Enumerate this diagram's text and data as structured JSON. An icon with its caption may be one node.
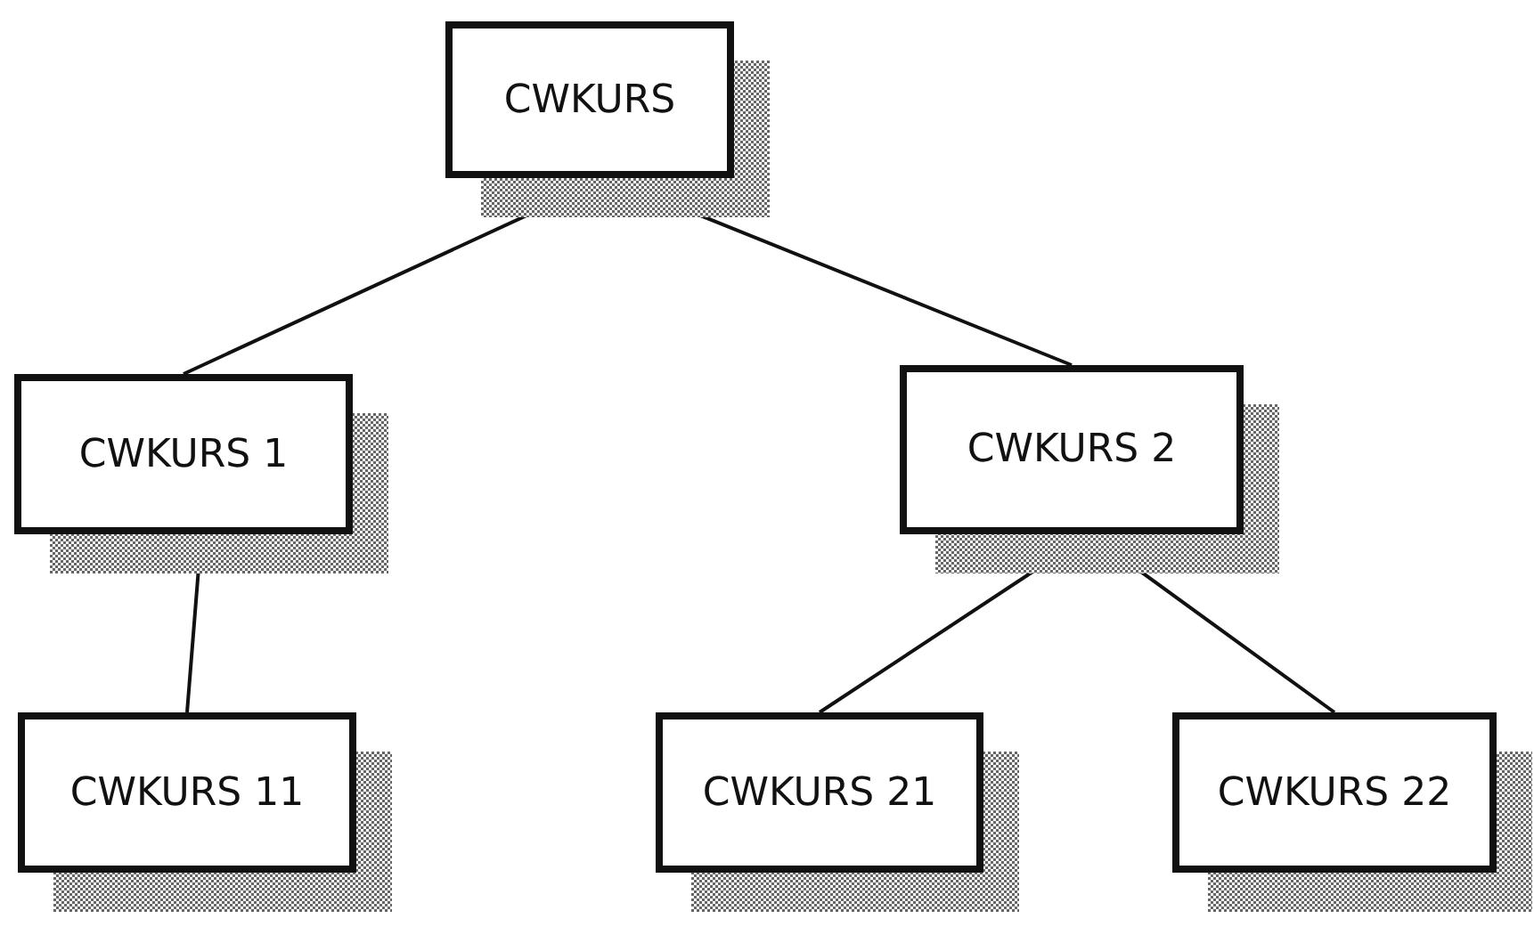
{
  "diagram": {
    "nodes": [
      {
        "text": [
          "CWKURS"
        ]
      },
      {
        "text": [
          "CWKURS 1"
        ]
      },
      {
        "text": [
          "CWKURS 2"
        ]
      },
      {
        "text": [
          "CWKURS 11"
        ]
      },
      {
        "text": [
          "CWKURS 21"
        ]
      },
      {
        "text": [
          "CWKURS 22"
        ]
      }
    ],
    "edges": [
      {
        "from": 0,
        "to": 1,
        "arrow": "none"
      },
      {
        "from": 0,
        "to": 2,
        "arrow": "none"
      },
      {
        "from": 1,
        "to": 3,
        "arrow": "none"
      },
      {
        "from": 2,
        "to": 4,
        "arrow": "none"
      },
      {
        "from": 2,
        "to": 5,
        "arrow": "none"
      }
    ]
  }
}
